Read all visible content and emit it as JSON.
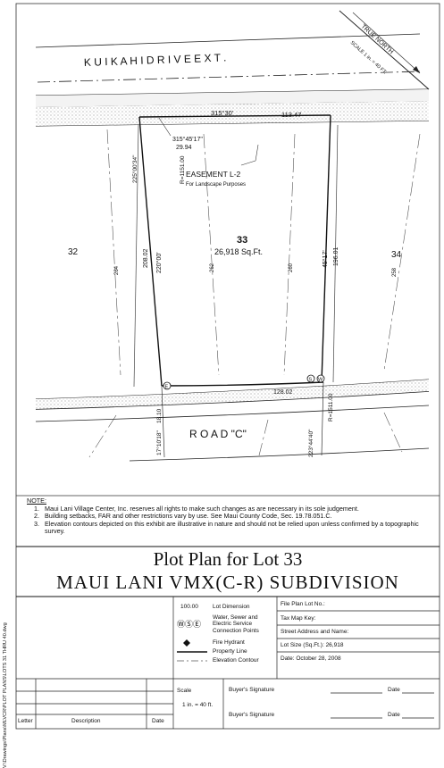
{
  "drawing": {
    "street_top": "K U I K A H I   D R I V E   E X T .",
    "street_bottom": "R O A D     \"C\"",
    "north_arrow": {
      "label_true_north": "TRUE NORTH",
      "scale": "SCALE  1 in. = 40 FT."
    },
    "top_bearing": "315°30'",
    "top_distance": "113.47",
    "curve_label_bearing": "315°45'17\"",
    "curve_label_distance": "29.94",
    "curve_label_radius": "R=1151.00",
    "easement_title": "EASEMENT L-2",
    "easement_subtitle": "For Landscape Purposes",
    "left_bearing": "225°00'34\"",
    "left_distance_outer": "208.02",
    "left_distance_inner": "220°00'",
    "right_bearing": "45°17'",
    "right_distance": "196.01",
    "lot_number": "33",
    "lot_area": "26,918 Sq.Ft.",
    "neighbor_left": "32",
    "neighbor_right": "34",
    "contours": [
      "264",
      "262",
      "260",
      "258"
    ],
    "bottom_distance": "128.02",
    "bottom_left_label": "18.10",
    "bottom_left_angle": "17°10'18\"",
    "bottom_right_label": "223°44'40\"",
    "bottom_right_radius": "R=1511.00",
    "marker_e": "E",
    "marker_s": "S",
    "marker_w": "W"
  },
  "notes": {
    "heading": "NOTE:",
    "items": [
      {
        "num": "1.",
        "text": "Maui Lani Village Center, Inc. reserves all rights to make such changes as are necessary in its sole judgement."
      },
      {
        "num": "2.",
        "text": "Building setbacks, FAR and other restrictions vary by use.  See Maui County Code, Sec. 19.78.051.C."
      },
      {
        "num": "3.",
        "text": "Elevation contours depicted on this exhibit are illustrative in nature and should not be relied upon unless confirmed by a topographic survey."
      }
    ]
  },
  "title": {
    "line1": "Plot Plan  for  Lot  33",
    "line2": "MAUI LANI  VMX(C-R)  SUBDIVISION"
  },
  "sidebar_path": "V:\\Drawings\\Plans\\MLVCR\\PLOT PLANS\\LOTS 31 THRU 40.dwg",
  "legend": {
    "lot_dimension_value": "100.00",
    "lot_dimension_label": "Lot Dimension",
    "connection_symbols": "ⓌⓈⒺ",
    "connection_label": [
      "Water, Sewer and",
      "Electric Service",
      "Connection Points"
    ],
    "hydrant_label": "Fire Hydrant",
    "property_line_label": "Property Line",
    "elevation_label": "Elevation Contour"
  },
  "info": {
    "file_plan": "File Plan Lot No.:",
    "tax_map": "Tax Map Key:",
    "street_address": "Street Address and Name:",
    "lot_size": "Lot Size (Sq.Ft.): 26,918",
    "date": "Date: October 28, 2008"
  },
  "revisions": {
    "headers": [
      "Letter",
      "Description",
      "Date"
    ]
  },
  "scale_box": {
    "label": "Scale",
    "value": "1 in. = 40 ft."
  },
  "signatures": [
    {
      "label": "Buyer's Signature",
      "date_label": "Date"
    },
    {
      "label": "Buyer's Signature",
      "date_label": "Date"
    }
  ]
}
